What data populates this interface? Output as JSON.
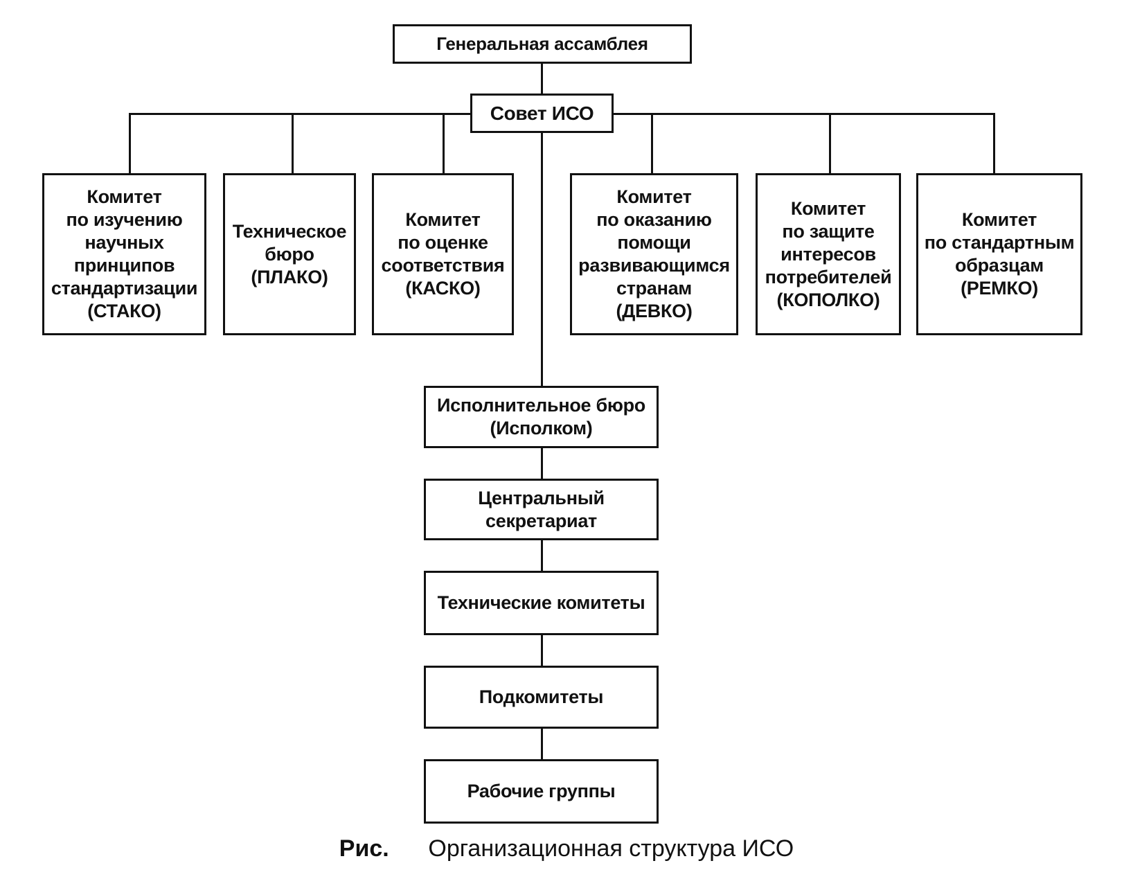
{
  "nodes": {
    "general_assembly": "Генеральная ассамблея",
    "iso_council": "Совет ИСО",
    "stako": "Комитет\nпо изучению\nнаучных\nпринципов\nстандартизации\n(СТАКО)",
    "tech_bureau": "Техническое\nбюро\n(ПЛАКО)",
    "kasko": "Комитет\nпо оценке\nсоответствия\n(КАСКО)",
    "devko": "Комитет\nпо оказанию\nпомощи\nразвивающимся\nстранам\n(ДЕВКО)",
    "kopolko": "Комитет\nпо защите\nинтересов\nпотребителей\n(КОПОЛКО)",
    "remko": "Комитет\nпо стандартным\nобразцам\n(РЕМКО)",
    "exec_bureau": "Исполнительное бюро\n(Исполком)",
    "central_secretariat": "Центральный\nсекретариат",
    "tech_committees": "Технические комитеты",
    "subcommittees": "Подкомитеты",
    "working_groups": "Рабочие группы"
  },
  "caption": {
    "prefix": "Рис.",
    "text": "Организационная структура ИСО"
  },
  "colors": {
    "line": "#111111",
    "box_border": "#111111",
    "background": "#ffffff"
  }
}
